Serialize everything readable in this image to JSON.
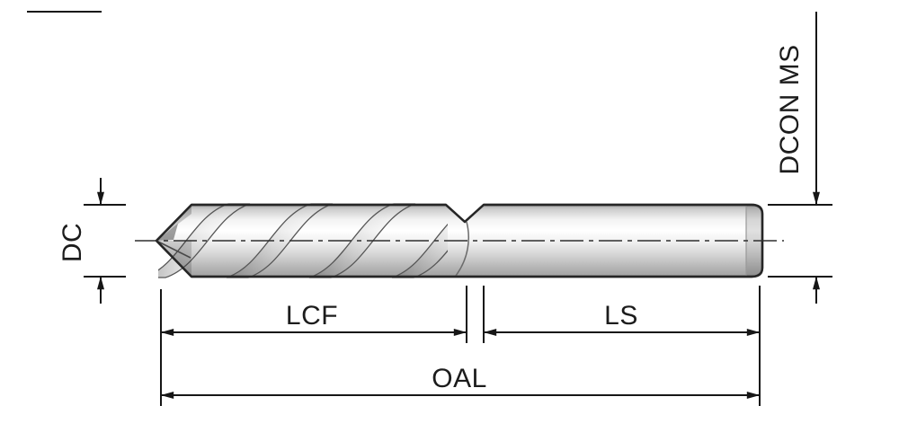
{
  "drawing": {
    "labels": {
      "dc": "DC",
      "dcon_ms": "DCON MS",
      "lcf": "LCF",
      "ls": "LS",
      "oal": "OAL"
    },
    "colors": {
      "line": "#161616",
      "outline": "#262626",
      "steel_light": "#ffffff",
      "steel_mid": "#d4d4d4",
      "steel_dark": "#a2a2a2",
      "background": "#ffffff"
    }
  }
}
